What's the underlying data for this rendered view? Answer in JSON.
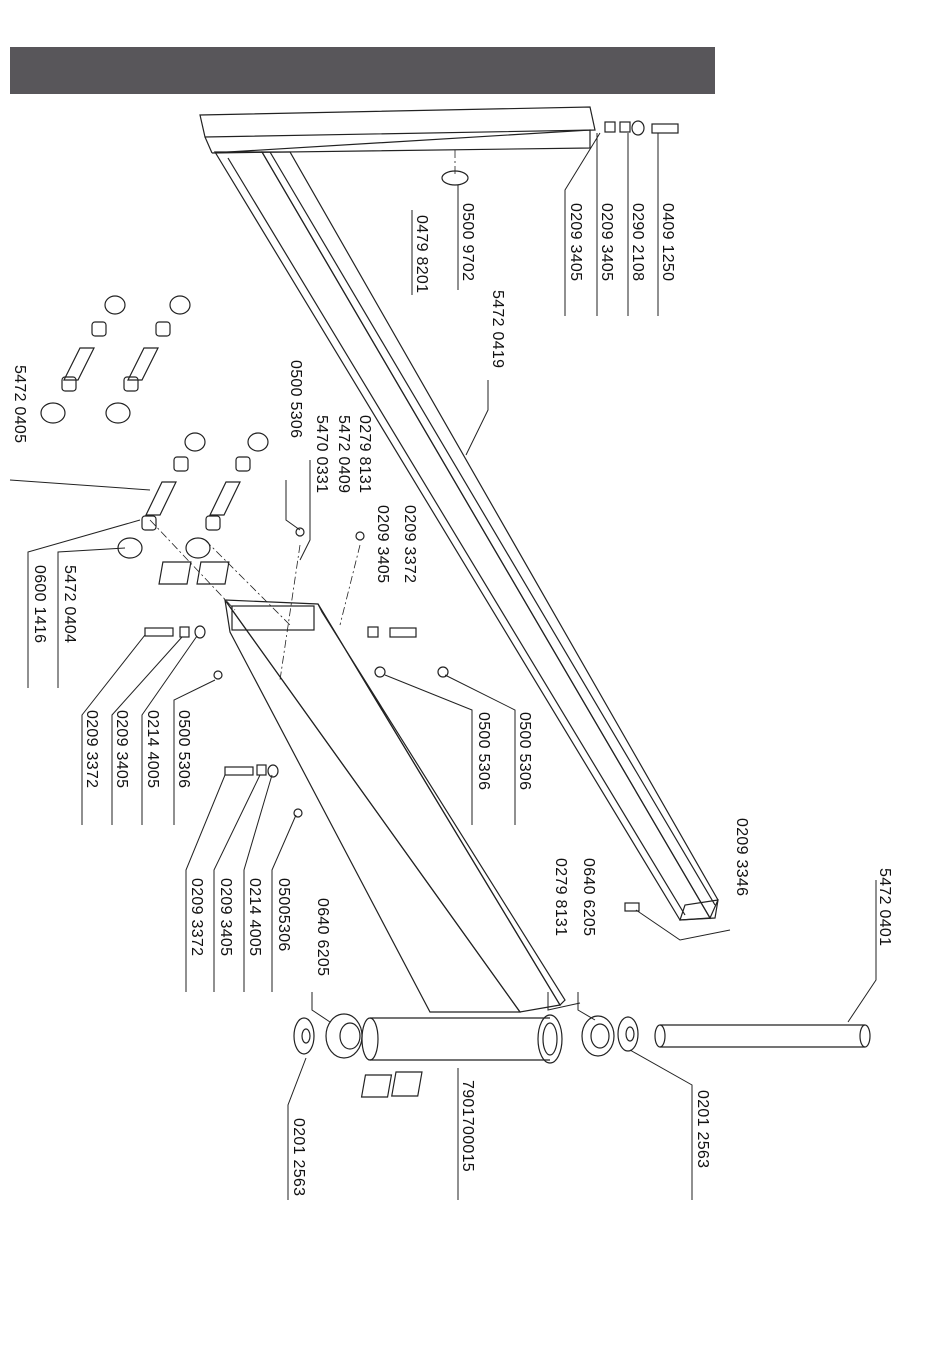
{
  "header": {
    "title": ""
  },
  "part_numbers": {
    "p0409_1250": "0409 1250",
    "p0290_2108": "0290 2108",
    "p0209_3405_top": "0209 3405",
    "p0209_3405_top2": "0209 3405",
    "p0500_9702": "0500 9702",
    "p0479_8201": "0479 8201",
    "p5472_0419": "5472 0419",
    "p5472_0405": "5472 0405",
    "p0500_5306_a": "0500 5306",
    "p5470_0331": "5470 0331",
    "p5472_0409": "5472 0409",
    "p0279_8131_a": "0279 8131",
    "p0209_3405_mid": "0209 3405",
    "p0209_3372_mid": "0209 3372",
    "p5472_0404": "5472 0404",
    "p0600_1416": "0600 1416",
    "p0209_3372_l": "0209 3372",
    "p0209_3405_l": "0209 3405",
    "p0214_4005_l": "0214 4005",
    "p0500_5306_l": "0500 5306",
    "p0500_5306_r1": "0500 5306",
    "p0500_5306_r2": "0500 5306",
    "p0209_3346": "0209 3346",
    "p0209_3372_b": "0209 3372",
    "p0209_3405_b": "0209 3405",
    "p0214_4005_b": "0214 4005",
    "p05005306_b": "05005306",
    "p0640_6205_b": "0640 6205",
    "p0640_6205_r": "0640 6205",
    "p0279_8131_r": "0279 8131",
    "p5472_0401": "5472 0401",
    "p0201_2563_r": "0201 2563",
    "p7901_700015": "7901700015",
    "p0201_2563_l": "0201 2563"
  }
}
